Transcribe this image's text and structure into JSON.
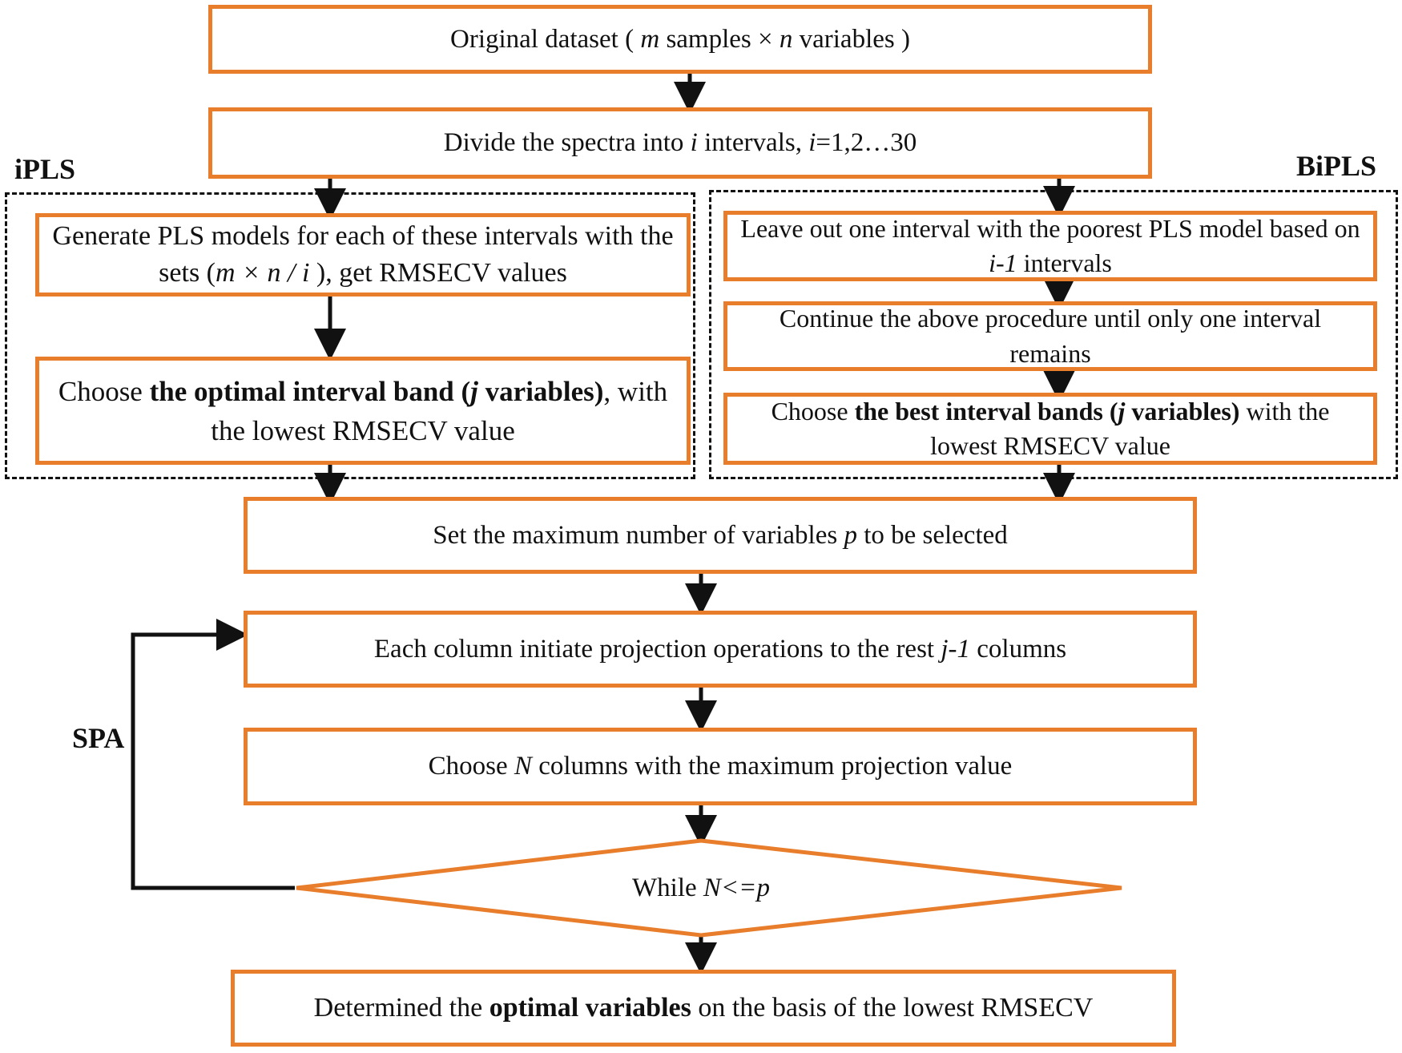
{
  "groups": {
    "ipls_label": "iPLS",
    "bipls_label": "BiPLS",
    "spa_label": "SPA"
  },
  "boxes": {
    "original": [
      "Original dataset ( ",
      "m",
      " samples × ",
      "n",
      " variables )"
    ],
    "divide": [
      "Divide the spectra into ",
      "i",
      " intervals, ",
      "i",
      "=1,2…30"
    ],
    "ipls_generate": [
      "Generate PLS models for each of these intervals with the sets (",
      "m  × n / i",
      " ), get RMSECV values"
    ],
    "ipls_choose": [
      "Choose ",
      "the optimal interval band (",
      "j",
      " variables)",
      ", with the lowest  RMSECV value"
    ],
    "bipls_leave": [
      "Leave out one interval with the poorest PLS model based on ",
      "i-1",
      " intervals"
    ],
    "bipls_continue": "Continue the above procedure until only one interval remains",
    "bipls_choose": [
      "Choose ",
      "the best interval bands (",
      "j",
      " variables)",
      " with the lowest RMSECV value"
    ],
    "set_max": [
      "Set the maximum number of variables ",
      "p",
      " to be selected"
    ],
    "projection": [
      "Each column initiate projection operations to the rest ",
      "j-1",
      " columns"
    ],
    "choose_n": [
      "Choose ",
      "N",
      " columns with the maximum projection value"
    ],
    "while": [
      "While ",
      "N<=p"
    ],
    "determined": [
      "Determined the ",
      "optimal variables",
      " on the basis of the lowest RMSECV"
    ]
  },
  "colors": {
    "box_border": "#E87D2B",
    "arrow": "#111111",
    "dashed_border": "#111111"
  }
}
